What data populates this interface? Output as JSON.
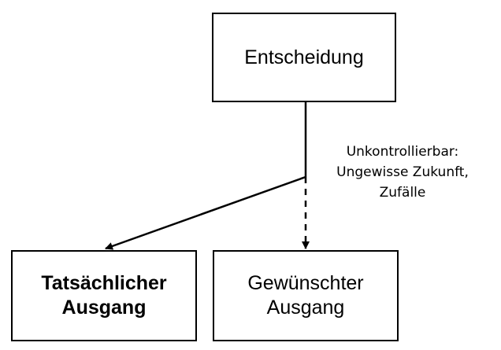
{
  "diagram": {
    "decision_label": "Entscheidung",
    "actual_outcome_label": "Tatsächlicher\nAusgang",
    "desired_outcome_label": "Gewünschter\nAusgang",
    "annotation": {
      "line1": "Unkontrollierbar:",
      "line2": "Ungewisse Zukunft,",
      "line3": "Zufälle"
    }
  }
}
